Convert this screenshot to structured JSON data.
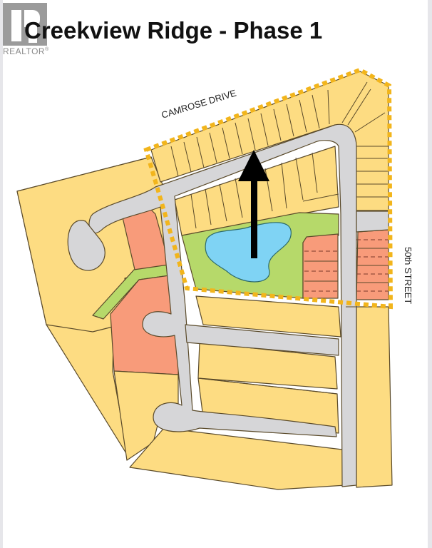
{
  "watermark": {
    "brand": "REALTOR",
    "mark": "®"
  },
  "title": "Creekview Ridge - Phase 1",
  "map": {
    "road_labels": {
      "north": "CAMROSE DRIVE",
      "east": "50th STREET"
    },
    "legend_colors": {
      "residential_lot": "#fddc82",
      "multi_family": "#f89b7a",
      "park_green": "#b6d96a",
      "pond": "#7fd3f4",
      "road": "#d6d6d8",
      "phase_boundary": "#f2b51c",
      "lot_line": "#5a4a2a"
    },
    "north_arrow": "arrow-up"
  }
}
